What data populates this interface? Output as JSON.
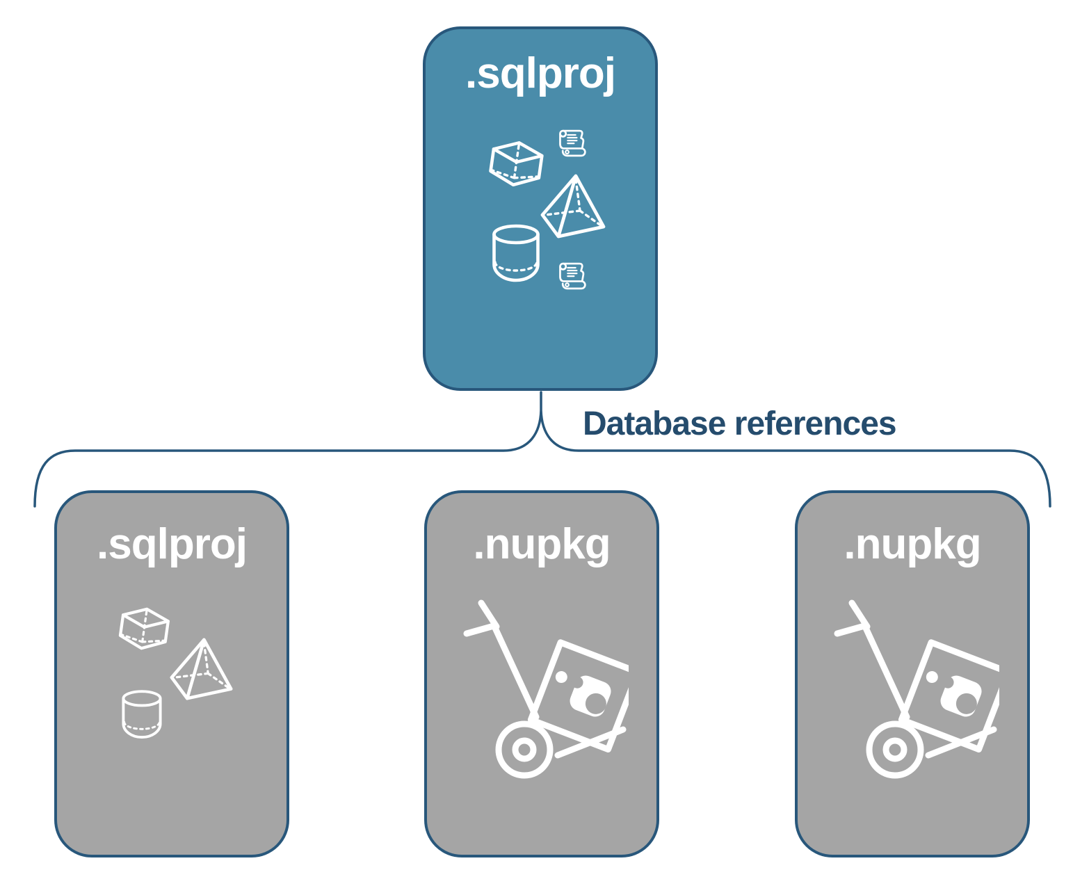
{
  "diagram": {
    "colors": {
      "primary_fill": "#4a8caa",
      "gray_fill": "#a5a5a5",
      "border": "#28577b",
      "label_text": "#254c6d",
      "icon_stroke": "#ffffff"
    },
    "root": {
      "label": ".sqlproj",
      "icons": [
        "sql-script-scroll-icon",
        "cube-icon",
        "pyramid-icon",
        "database-cylinder-icon",
        "sql-script-scroll-icon"
      ]
    },
    "edge_label": "Database references",
    "children": [
      {
        "label": ".sqlproj",
        "icons": [
          "cube-icon",
          "pyramid-icon",
          "database-cylinder-icon"
        ]
      },
      {
        "label": ".nupkg",
        "icons": [
          "nuget-package-hand-truck-icon"
        ]
      },
      {
        "label": ".nupkg",
        "icons": [
          "nuget-package-hand-truck-icon"
        ]
      }
    ]
  }
}
